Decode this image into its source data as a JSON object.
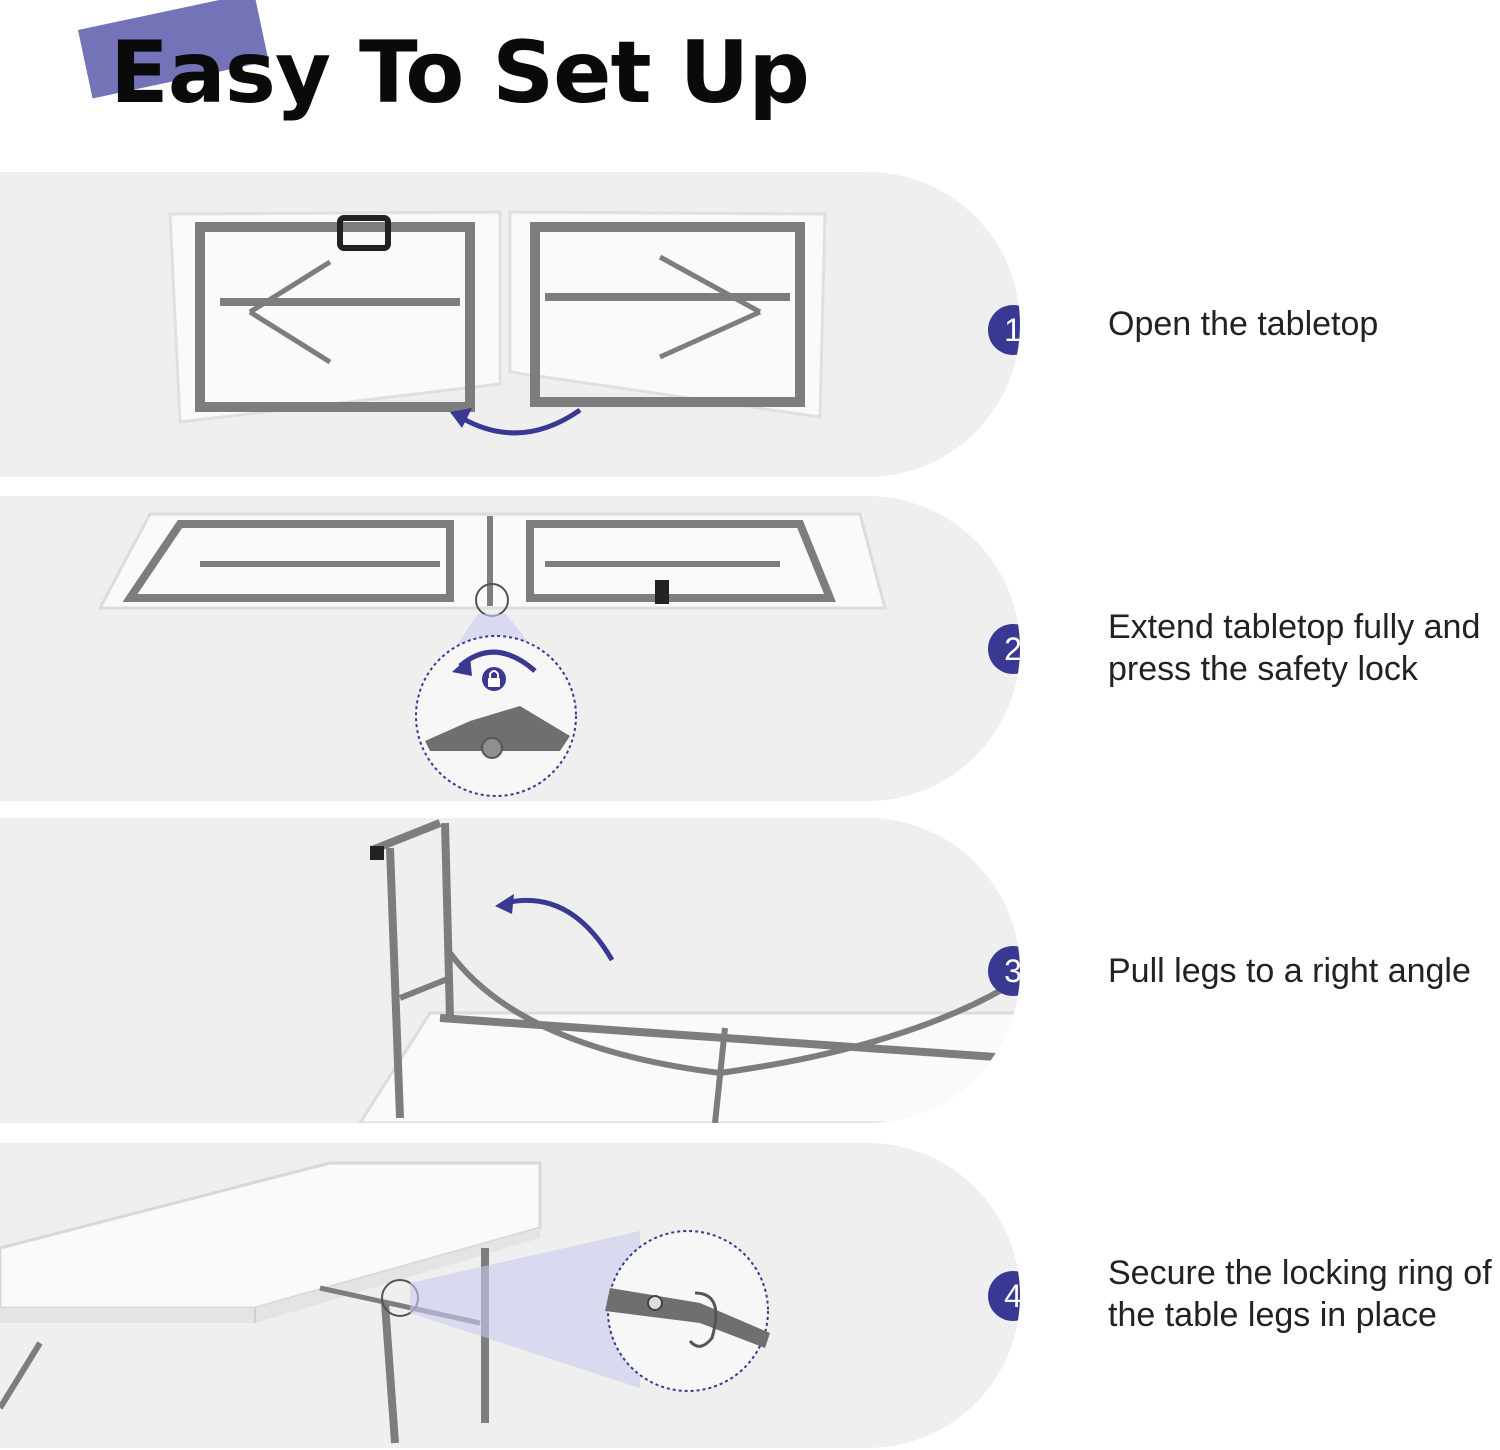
{
  "header": {
    "title": "Easy To Set Up"
  },
  "colors": {
    "accent": "#393993",
    "accent_light": "#7473b8",
    "panel_bg": "#efefef",
    "frame": "#7d7d7d"
  },
  "steps": [
    {
      "number": "1",
      "text": "Open the tabletop"
    },
    {
      "number": "2",
      "text": "Extend tabletop fully and press the safety lock"
    },
    {
      "number": "3",
      "text": "Pull legs to a right angle"
    },
    {
      "number": "4",
      "text": "Secure the locking ring of the table legs in place"
    }
  ],
  "icons": {
    "arrow": "curved-arrow-icon",
    "lock": "lock-icon"
  }
}
